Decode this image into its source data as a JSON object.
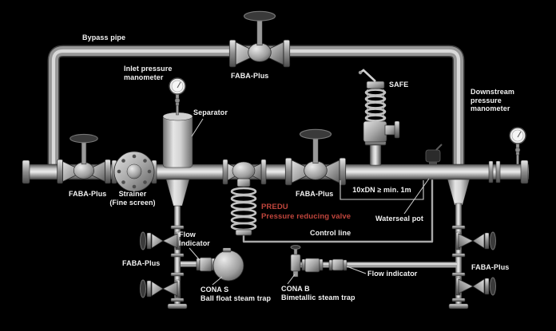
{
  "diagram": {
    "type": "piping-diagram",
    "subject": "Steam pressure reducing valve station",
    "background_color": "#000000",
    "label_color": "#f2f2f2",
    "accent_color": "#c0453c",
    "labels": {
      "bypass_pipe": "Bypass pipe",
      "inlet_pressure_manometer": "Inlet pressure\nmanometer",
      "faba_top": "FABA-Plus",
      "safe_valve": "SAFE",
      "downstream_pressure_manometer": "Downstream\npressure\nmanometer",
      "separator": "Separator",
      "faba_left": "FABA-Plus",
      "strainer": "Strainer\n(Fine screen)",
      "predu_title": "PREDU",
      "predu_subtitle": "Pressure reducing valve",
      "faba_center": "FABA-Plus",
      "distance_note": "10xDN ≥ min. 1m",
      "waterseal_pot": "Waterseal pot",
      "control_line": "Control line",
      "flow_indicator_left": "Flow\nIndicator",
      "faba_bottom_left": "FABA-Plus",
      "cona_s": "CONA S\nBall float steam trap",
      "flow_indicator_right": "Flow indicator",
      "cona_b": "CONA B\nBimetallic steam trap",
      "faba_bottom_right": "FABA-Plus"
    }
  }
}
